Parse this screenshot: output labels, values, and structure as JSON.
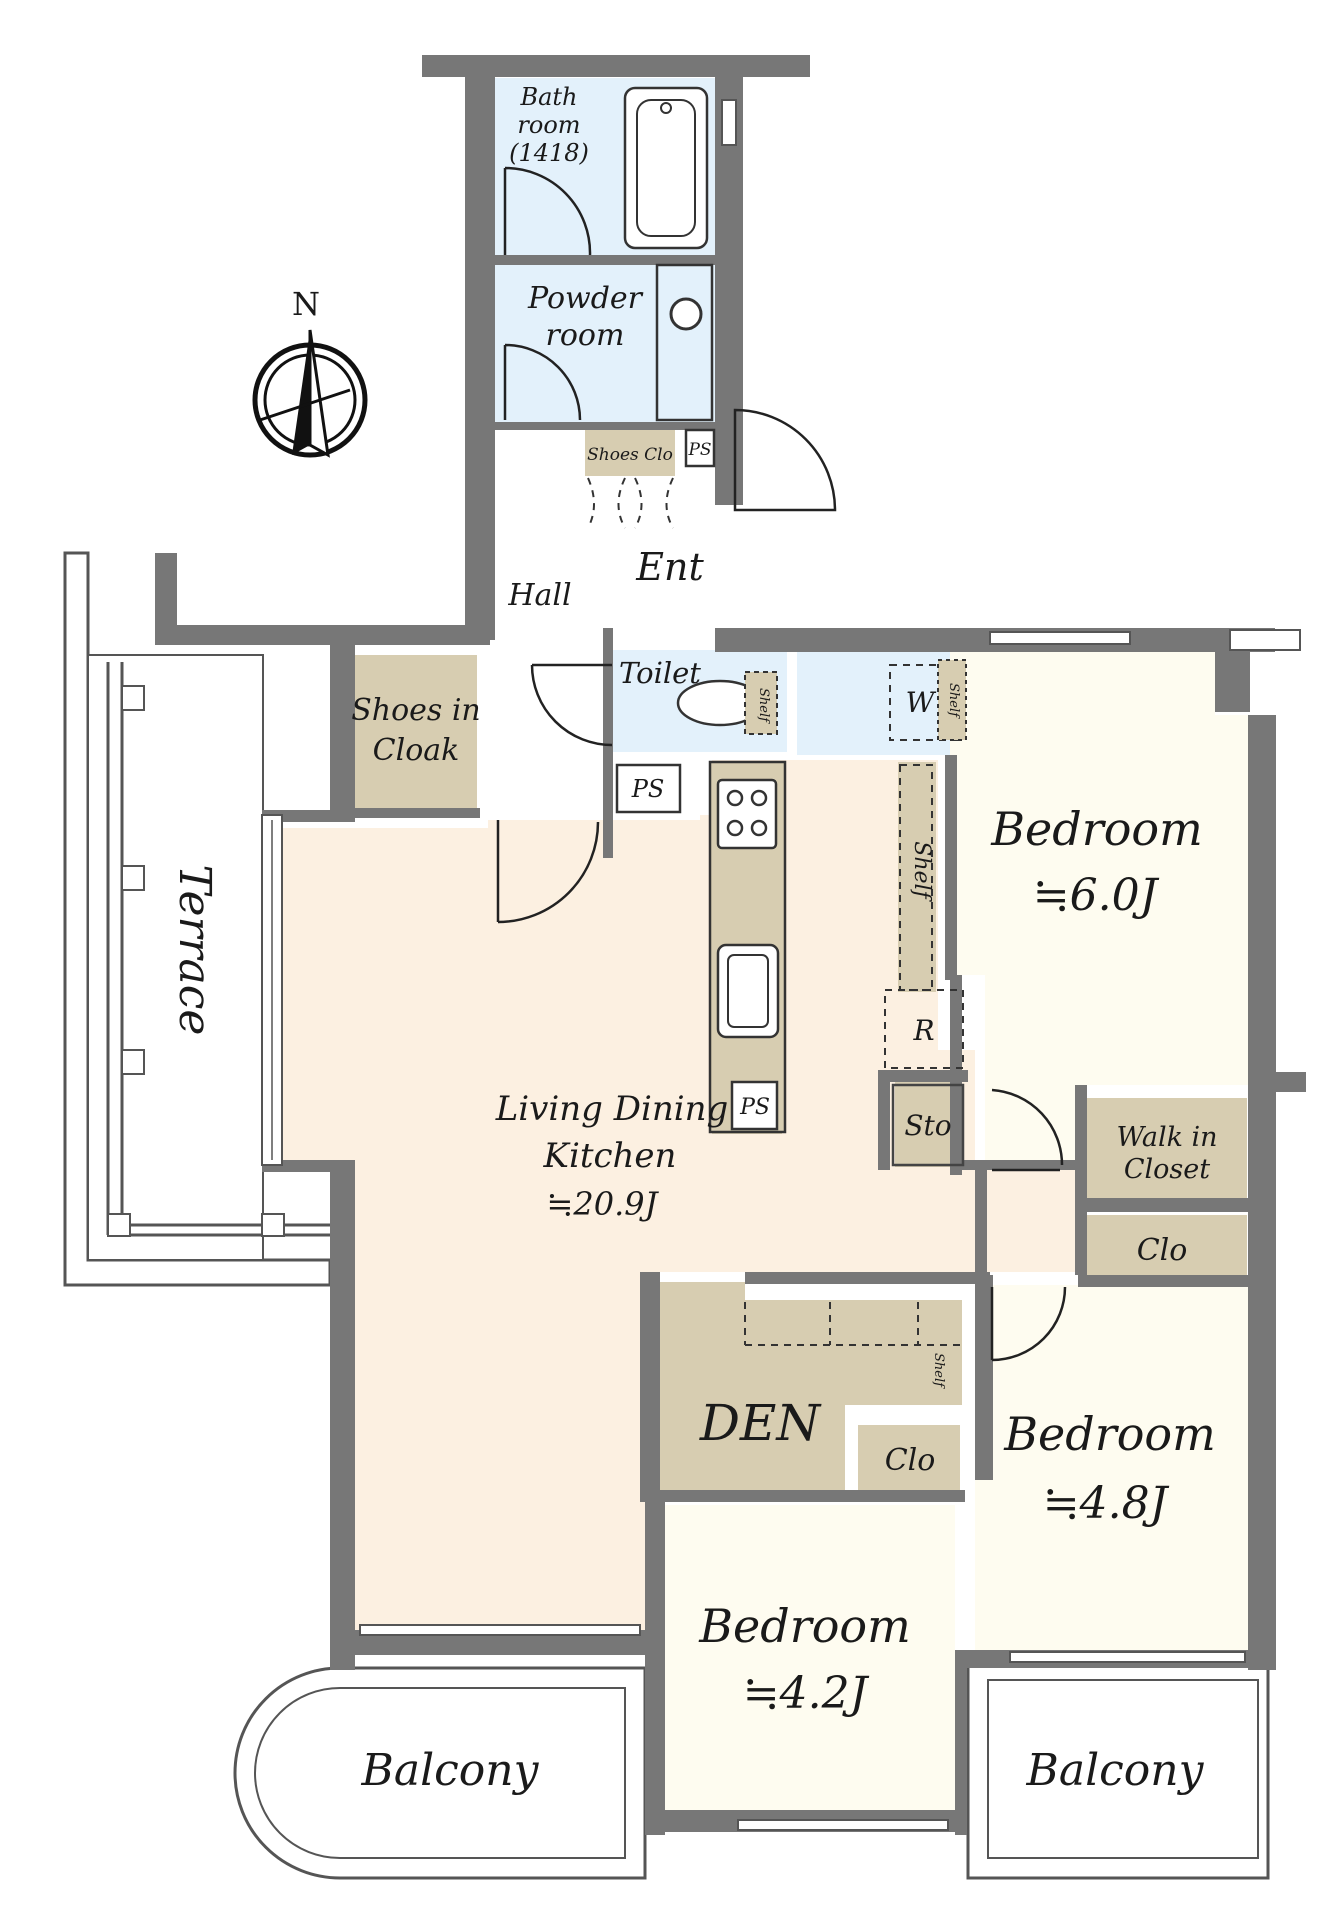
{
  "colors": {
    "wet_area": "#e3f1fb",
    "living": "#fcf0e1",
    "bedroom": "#fefcf0",
    "storage": "#d7cdb1",
    "outdoor": "#ffffff",
    "wall": "#777777"
  },
  "compass": {
    "north_label": "N",
    "icon": "compass-north-arrow-icon"
  },
  "rooms": {
    "bath": {
      "line1": "Bath",
      "line2": "room",
      "line3": "(1418)"
    },
    "powder": {
      "line1": "Powder",
      "line2": "room"
    },
    "shoes_clo": {
      "label": "Shoes Clo"
    },
    "ps_top": {
      "label": "PS"
    },
    "entrance": {
      "label": "Ent"
    },
    "hall": {
      "label": "Hall"
    },
    "toilet": {
      "label": "Toilet"
    },
    "toilet_shelf": {
      "label": "Shelf"
    },
    "washer": {
      "label": "W"
    },
    "washer_shelf": {
      "label": "Shelf"
    },
    "shoes_cloak": {
      "line1": "Shoes in",
      "line2": "Cloak"
    },
    "ps_mid": {
      "label": "PS"
    },
    "kitchen_shelf": {
      "label": "Shelf"
    },
    "fridge": {
      "label": "R"
    },
    "ps_kitchen": {
      "label": "PS"
    },
    "storage": {
      "label": "Sto"
    },
    "ldk": {
      "line1": "Living Dining",
      "line2": "Kitchen",
      "area": "≒20.9J"
    },
    "bedroom1": {
      "label": "Bedroom",
      "area": "≒6.0J"
    },
    "walk_in_closet": {
      "line1": "Walk in",
      "line2": "Closet"
    },
    "closet1": {
      "label": "Clo"
    },
    "den": {
      "label": "DEN"
    },
    "den_shelf": {
      "label": "Shelf"
    },
    "den_closet": {
      "label": "Clo"
    },
    "bedroom2": {
      "label": "Bedroom",
      "area": "≒4.8J"
    },
    "bedroom3": {
      "label": "Bedroom",
      "area": "≒4.2J"
    },
    "terrace": {
      "label": "Terrace"
    },
    "balcony_left": {
      "label": "Balcony"
    },
    "balcony_right": {
      "label": "Balcony"
    }
  }
}
